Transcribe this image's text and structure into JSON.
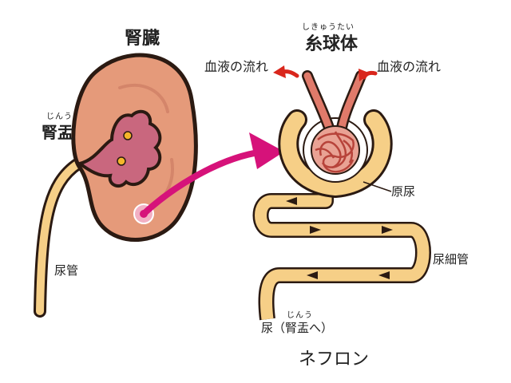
{
  "labels": {
    "kidney_title": "腎臓",
    "pelvis_ruby": "じんう",
    "pelvis": "腎盂",
    "ureter": "尿管",
    "glomerulus_ruby": "しきゅうたい",
    "glomerulus": "糸球体",
    "blood_flow_left": "血液の流れ",
    "blood_flow_right": "血液の流れ",
    "primary_urine": "原尿",
    "tubule": "尿細管",
    "urine_prefix": "尿（",
    "urine_pelvis_ruby": "じんう",
    "urine_pelvis": "腎盂",
    "urine_suffix": "へ）",
    "nephron": "ネフロン"
  },
  "colors": {
    "kidney_fill": "#e59a7a",
    "kidney_outline": "#2b1a12",
    "pelvis_fill": "#c9677e",
    "tube_fill": "#f6cf87",
    "arrow_accent": "#d6127a",
    "blood_arrow": "#d9261c",
    "vessel_fill": "#e07a6a"
  }
}
